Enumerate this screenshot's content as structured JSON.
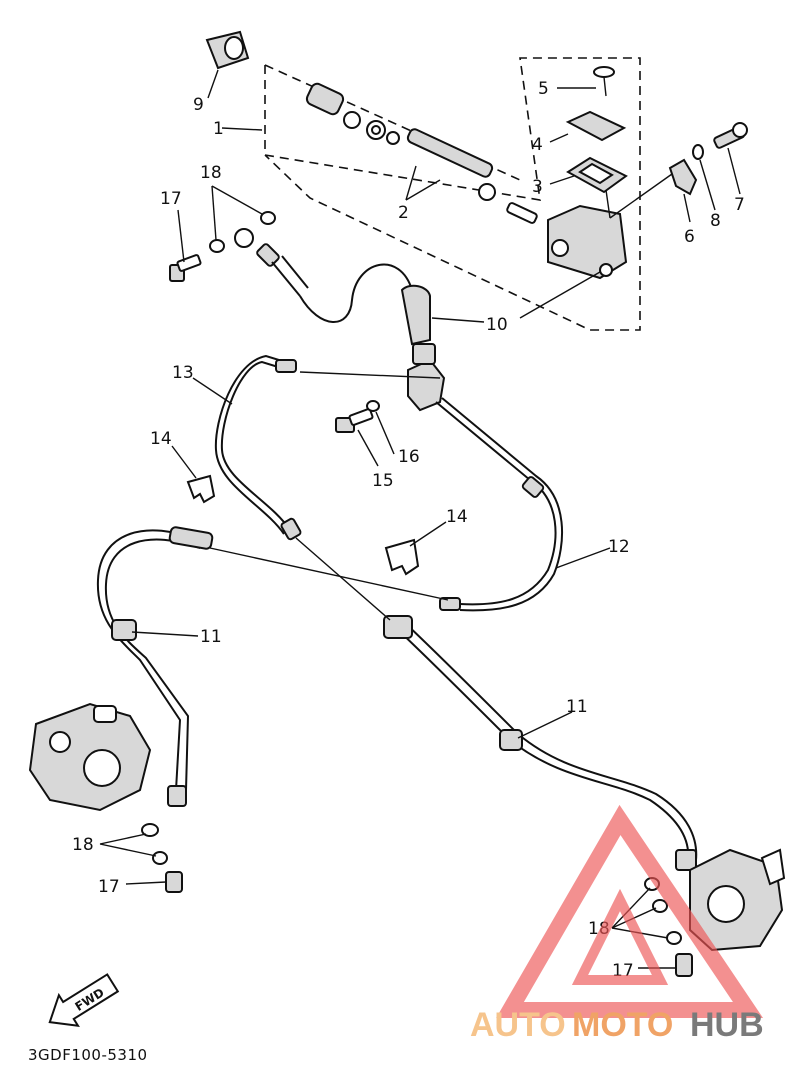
{
  "diagram": {
    "code": "3GDF100-5310",
    "fwd_label": "FWD",
    "labels": {
      "p1": "1",
      "p2": "2",
      "p3": "3",
      "p4": "4",
      "p5": "5",
      "p6": "6",
      "p7": "7",
      "p8": "8",
      "p9": "9",
      "p10": "10",
      "p11a": "11",
      "p11b": "11",
      "p12": "12",
      "p13": "13",
      "p14a": "14",
      "p14b": "14",
      "p15": "15",
      "p16": "16",
      "p17a": "17",
      "p17b": "17",
      "p17c": "17",
      "p18a": "18",
      "p18b": "18",
      "p18c": "18"
    }
  },
  "watermark": {
    "part1": "AUTO",
    "part2": "MOTO",
    "part3": "HUB",
    "color_light": "#f6c48c",
    "color_mid": "#f0a366",
    "color_dark": "#7a7a7a",
    "logo_color": "#ee5555"
  }
}
